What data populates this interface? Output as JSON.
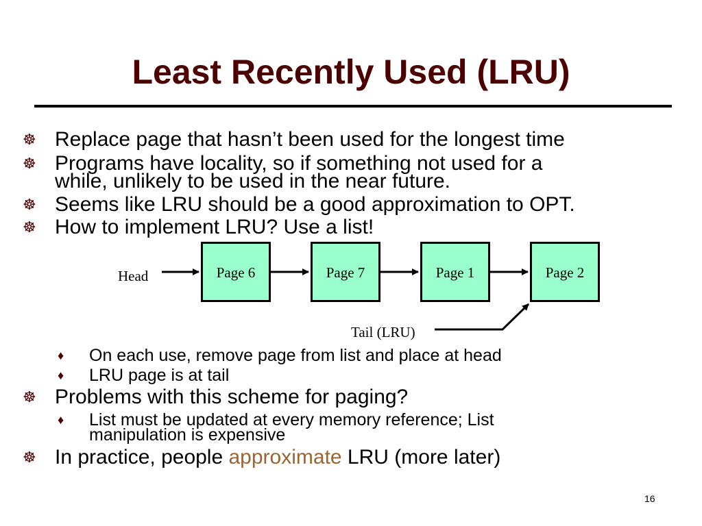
{
  "slide": {
    "title": "Least Recently Used (LRU)",
    "page_number": "16"
  },
  "bullets": [
    {
      "text": "Replace page that hasn’t been used for the longest time"
    },
    {
      "line1": "Programs have locality, so if something not used for a",
      "line2": "while, unlikely to be used in the near future."
    },
    {
      "text": "Seems like LRU should be a good approximation to OPT."
    },
    {
      "text": "How to implement LRU? Use a list!"
    },
    {
      "text": "Problems with this scheme for paging?"
    },
    {
      "before": "In practice, people ",
      "highlight": "approximate",
      "after": " LRU (more later)"
    }
  ],
  "sub_bullets": [
    {
      "text": "On each use, remove page from list and place at head"
    },
    {
      "text": "LRU page is at tail"
    },
    {
      "line1": "List must be updated at every memory reference; List",
      "line2": "manipulation is expensive"
    }
  ],
  "diagram": {
    "head_label": "Head",
    "tail_label": "Tail (LRU)",
    "pages": [
      "Page 6",
      "Page 7",
      "Page 1",
      "Page 2"
    ]
  },
  "colors": {
    "title": "#4d0000",
    "highlight": "#996633",
    "page_box_fill": "#99ffcc"
  },
  "icons": {
    "main_bullet": "ship-wheel-icon",
    "sub_bullet": "drop-icon"
  }
}
